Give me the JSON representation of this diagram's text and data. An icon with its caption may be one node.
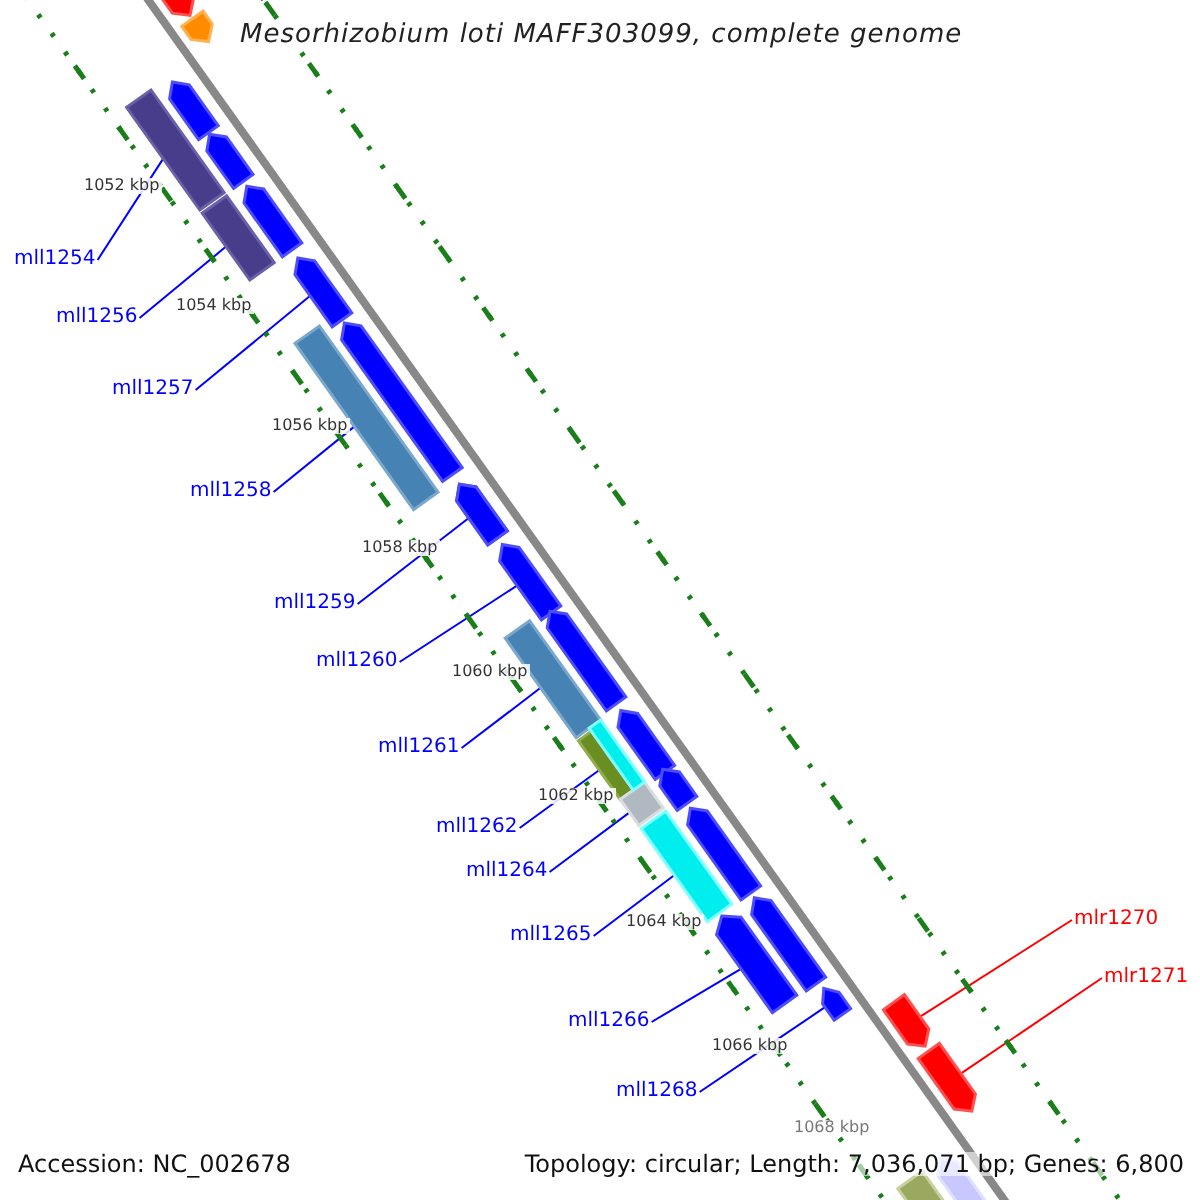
{
  "diagram": {
    "title": "Mesorhizobium loti MAFF303099, complete genome",
    "nodes": [
      {
        "text": [
          "mll1254"
        ]
      },
      {
        "text": [
          "mll1256"
        ]
      },
      {
        "text": [
          "mll1257"
        ]
      },
      {
        "text": [
          "mll1258"
        ]
      },
      {
        "text": [
          "mll1259"
        ]
      },
      {
        "text": [
          "mll1260"
        ]
      },
      {
        "text": [
          "mll1261"
        ]
      },
      {
        "text": [
          "mll1262"
        ]
      },
      {
        "text": [
          "mll1264"
        ]
      },
      {
        "text": [
          "mll1265"
        ]
      },
      {
        "text": [
          "mll1266"
        ]
      },
      {
        "text": [
          "mll1268"
        ]
      },
      {
        "text": [
          "mlr1270"
        ]
      },
      {
        "text": [
          "mlr1271"
        ]
      },
      {
        "text": [],
        "shape": "bar"
      },
      {
        "text": [],
        "shape": "bar"
      },
      {
        "text": [],
        "shape": "bar"
      },
      {
        "text": [],
        "shape": "bar"
      },
      {
        "text": [],
        "shape": "bar"
      },
      {
        "text": [],
        "shape": "bar"
      },
      {
        "text": [],
        "shape": "bar"
      },
      {
        "text": [],
        "shape": "bar"
      },
      {
        "text": [],
        "shape": "bar"
      },
      {
        "text": [],
        "shape": "bar"
      },
      {
        "text": [],
        "shape": "bar"
      },
      {
        "text": [],
        "shape": "bar"
      },
      {
        "text": [],
        "shape": "bar"
      },
      {
        "text": [],
        "shape": "bar"
      },
      {
        "text": [],
        "shape": "bar"
      },
      {
        "text": [],
        "shape": "bar"
      },
      {
        "text": [],
        "shape": "bar"
      },
      {
        "text": [],
        "shape": "bar"
      },
      {
        "text": [],
        "shape": "bar"
      },
      {
        "text": [],
        "shape": "bar"
      },
      {
        "text": [],
        "shape": "bar"
      },
      {
        "text": [],
        "shape": "bar"
      },
      {
        "text": [],
        "shape": "bar"
      },
      {
        "text": [],
        "shape": "bar"
      },
      {
        "text": [],
        "shape": "bar"
      },
      {
        "text": [],
        "shape": "bar"
      },
      {
        "text": [],
        "shape": "bar"
      },
      {
        "text": [],
        "shape": "bar"
      },
      {
        "text": [],
        "shape": "bar"
      }
    ],
    "edges": [
      {
        "from": 0,
        "to": 14,
        "arrow": "none"
      },
      {
        "from": 1,
        "to": 15,
        "arrow": "none"
      },
      {
        "from": 2,
        "to": 16,
        "arrow": "none"
      },
      {
        "from": 3,
        "to": 17,
        "arrow": "none"
      },
      {
        "from": 4,
        "to": 18,
        "arrow": "none"
      },
      {
        "from": 5,
        "to": 19,
        "arrow": "none"
      },
      {
        "from": 6,
        "to": 20,
        "arrow": "none"
      },
      {
        "from": 7,
        "to": 21,
        "arrow": "none"
      },
      {
        "from": 8,
        "to": 22,
        "arrow": "none"
      },
      {
        "from": 9,
        "to": 23,
        "arrow": "none"
      },
      {
        "from": 10,
        "to": 24,
        "arrow": "none"
      },
      {
        "from": 11,
        "to": 25,
        "arrow": "none"
      },
      {
        "from": 12,
        "to": 26,
        "arrow": "none",
        "color": "#ff0000"
      },
      {
        "from": 13,
        "to": 27,
        "arrow": "none",
        "color": "#ff0000"
      }
    ],
    "labels": [
      "1052 kbp",
      "1054 kbp",
      "1056 kbp",
      "1058 kbp",
      "1060 kbp",
      "1062 kbp",
      "1064 kbp",
      "1066 kbp",
      "1068 kbp",
      "Accession: NC_002678",
      "Topology: circular; Length: 7,036,071 bp; Genes: 6,800"
    ]
  }
}
